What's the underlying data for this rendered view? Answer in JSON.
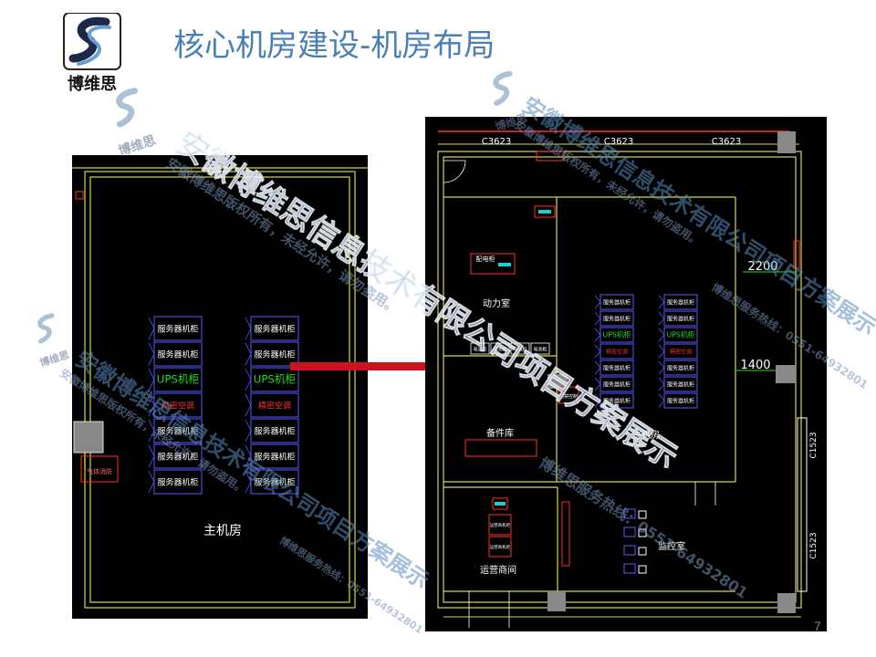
{
  "logo": {
    "text": "博维思"
  },
  "title": "核心机房建设-机房布局",
  "slide_number": "7",
  "watermark": {
    "company": "安徽博维思信息技术有限公司项目方案展示",
    "copyright": "安徽博维思版权所有，未经允许，请勿盗用。",
    "hotline": "博维思服务热线：0551-64932801",
    "logo_text": "博维思"
  },
  "left_plan": {
    "room_label": "主机房",
    "rack_column_left": [
      "服务器机柜",
      "服务器机柜",
      "UPS机柜",
      "精密空调",
      "服务器机柜",
      "服务器机柜",
      "服务器机柜"
    ],
    "rack_column_right": [
      "服务器机柜",
      "服务器机柜",
      "UPS机柜",
      "精密空调",
      "服务器机柜",
      "服务器机柜",
      "服务器机柜"
    ],
    "gas_label": "气体消防"
  },
  "right_plan": {
    "window_labels": [
      "C3623",
      "C3623",
      "C3623"
    ],
    "side_window_labels": [
      "C1523",
      "C1523"
    ],
    "dimension_labels": [
      "2200",
      "1400"
    ],
    "rooms": {
      "power": "动力室",
      "main": "主机房",
      "spares": "备件库",
      "ops": "运营商间",
      "monitor": "监控室"
    },
    "distribution_box": "配电柜",
    "power_cabinets": [
      "电池柜",
      "电池柜",
      "电池柜",
      "电池柜"
    ],
    "rack_column_left": [
      "服务器机柜",
      "服务器机柜",
      "UPS机柜",
      "精密空调",
      "服务器机柜",
      "服务器机柜",
      "服务器机柜"
    ],
    "rack_column_right": [
      "服务器机柜",
      "服务器机柜",
      "UPS机柜",
      "精密空调",
      "服务器机柜",
      "服务器机柜",
      "服务器机柜"
    ],
    "ops_racks": [
      "运营商机柜",
      "运营商机柜"
    ],
    "access_control": "门禁控制"
  },
  "colors": {
    "title": "#4a7fb3",
    "cad_background": "#000000",
    "wall": "#d8d84a",
    "rack_border": "#5a5aff",
    "ups_text": "#22dd22",
    "aircon_text": "#ff3030",
    "arrow": "#c8141e"
  }
}
